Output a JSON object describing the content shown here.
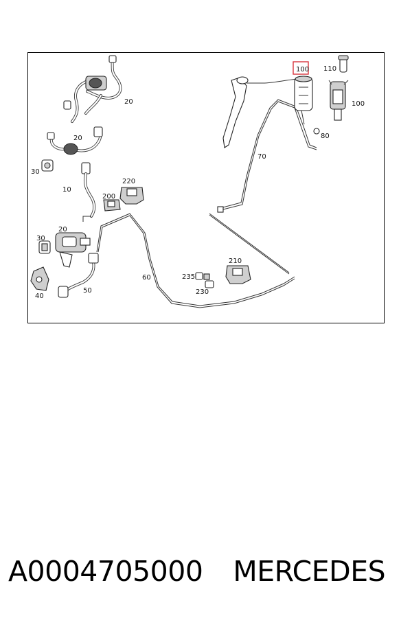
{
  "diagram": {
    "callouts": [
      "100",
      "110",
      "100",
      "80",
      "70",
      "20",
      "20",
      "30",
      "10",
      "220",
      "200",
      "20",
      "30",
      "40",
      "50",
      "60",
      "235",
      "230",
      "210"
    ],
    "highlight_color": "#d9363e"
  },
  "footer": {
    "part_number": "A0004705000",
    "brand": "MERCEDES"
  }
}
